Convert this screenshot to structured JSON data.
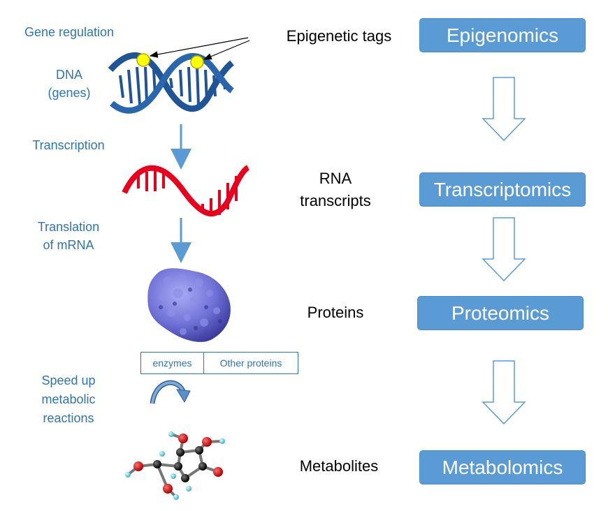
{
  "process_labels": {
    "gene_regulation": "Gene regulation",
    "dna_line1": "DNA",
    "dna_line2": "(genes)",
    "transcription": "Transcription",
    "translation_line1": "Translation",
    "translation_line2": "of mRNA",
    "speed_line1": "Speed up",
    "speed_line2": "metabolic",
    "speed_line3": "reactions"
  },
  "molecule_labels": {
    "epigenetic_tags": "Epigenetic tags",
    "rna_line1": "RNA",
    "rna_line2": "transcripts",
    "proteins": "Proteins",
    "metabolites": "Metabolites"
  },
  "protein_types": {
    "enzymes": "enzymes",
    "other": "Other proteins"
  },
  "omics": {
    "epigenomics": "Epigenomics",
    "transcriptomics": "Transcriptomics",
    "proteomics": "Proteomics",
    "metabolomics": "Metabolomics"
  },
  "colors": {
    "label_blue": "#2e75b6",
    "box_blue": "#5b9bd5",
    "dna_blue": "#1f5597",
    "rna_red": "#e8001c",
    "tag_yellow": "#ffff00",
    "protein_purple": "#7b7de0"
  }
}
